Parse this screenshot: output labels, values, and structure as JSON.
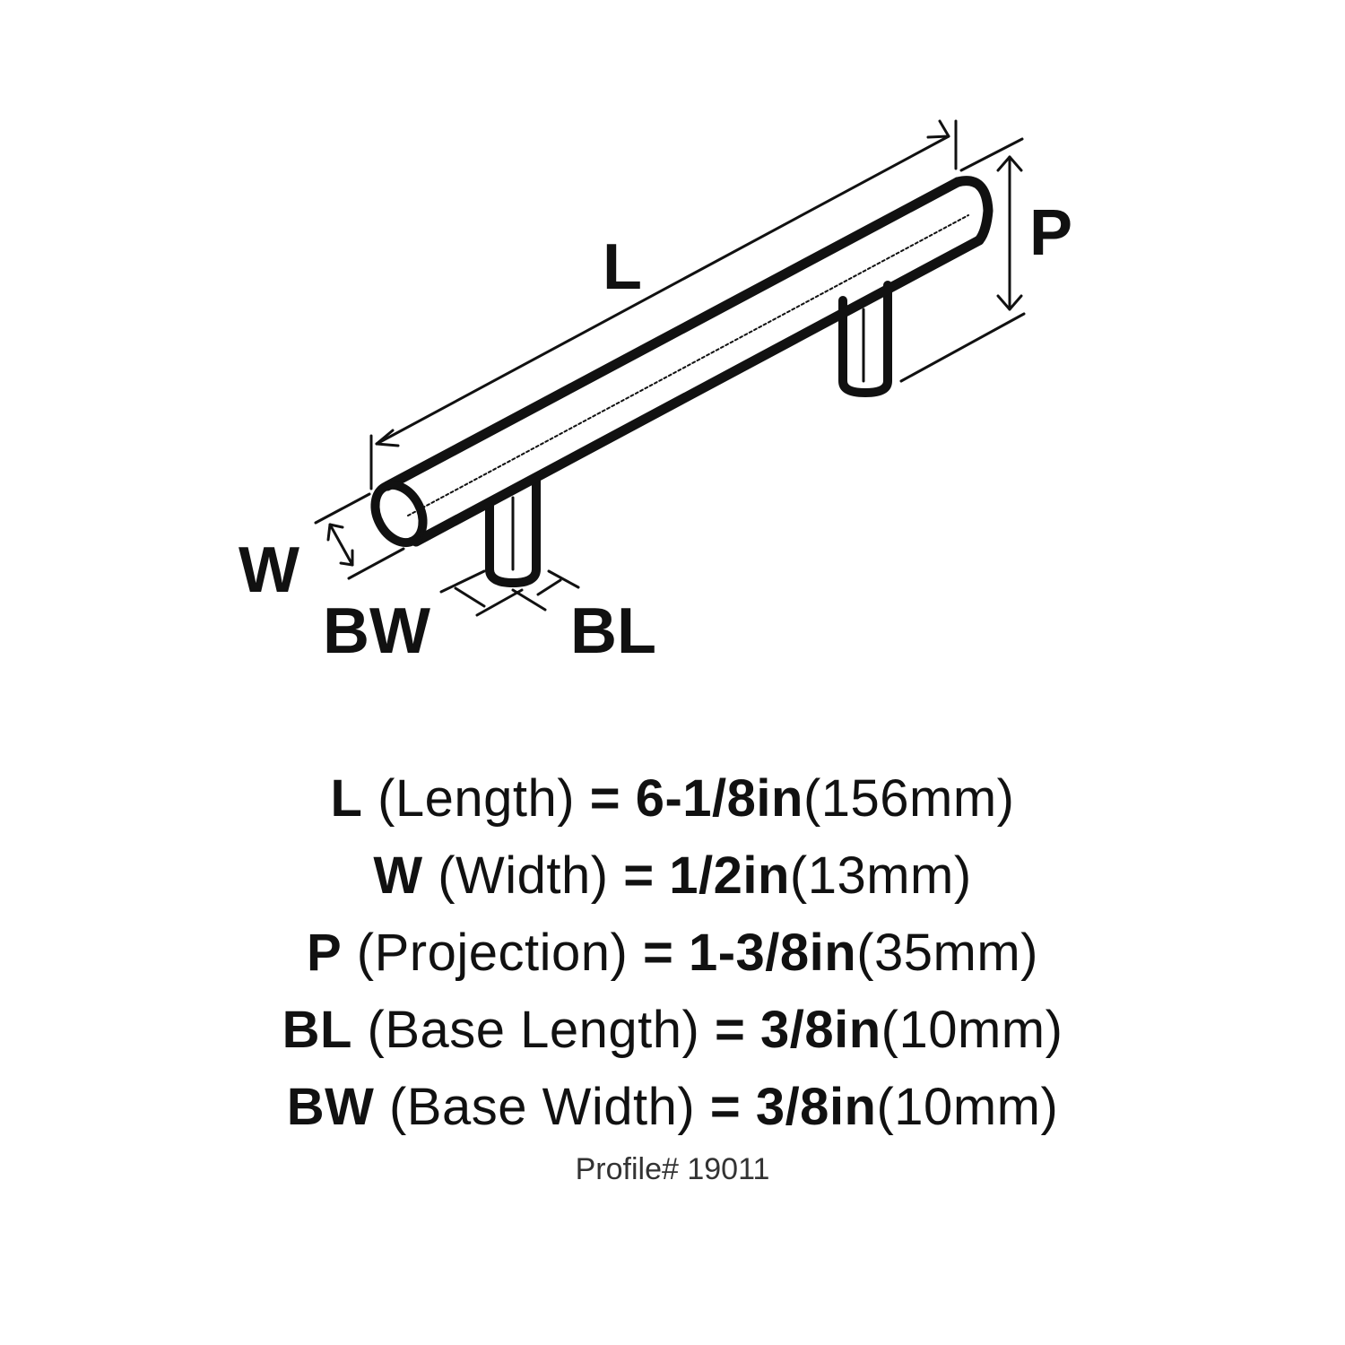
{
  "diagram": {
    "subject": "bar pull handle",
    "labels": {
      "L": "L",
      "P": "P",
      "W": "W",
      "BW": "BW",
      "BL": "BL"
    }
  },
  "specs": [
    {
      "code": "L",
      "name": "(Length)",
      "eq": "=",
      "imperial": "6-1/8in",
      "metric": "(156mm)"
    },
    {
      "code": "W",
      "name": "(Width)",
      "eq": "=",
      "imperial": "1/2in",
      "metric": "(13mm)"
    },
    {
      "code": "P",
      "name": "(Projection)",
      "eq": "=",
      "imperial": "1-3/8in",
      "metric": "(35mm)"
    },
    {
      "code": "BL",
      "name": "(Base Length)",
      "eq": "=",
      "imperial": "3/8in",
      "metric": "(10mm)"
    },
    {
      "code": "BW",
      "name": "(Base Width)",
      "eq": "=",
      "imperial": "3/8in",
      "metric": "(10mm)"
    }
  ],
  "profile": "Profile# 19011"
}
